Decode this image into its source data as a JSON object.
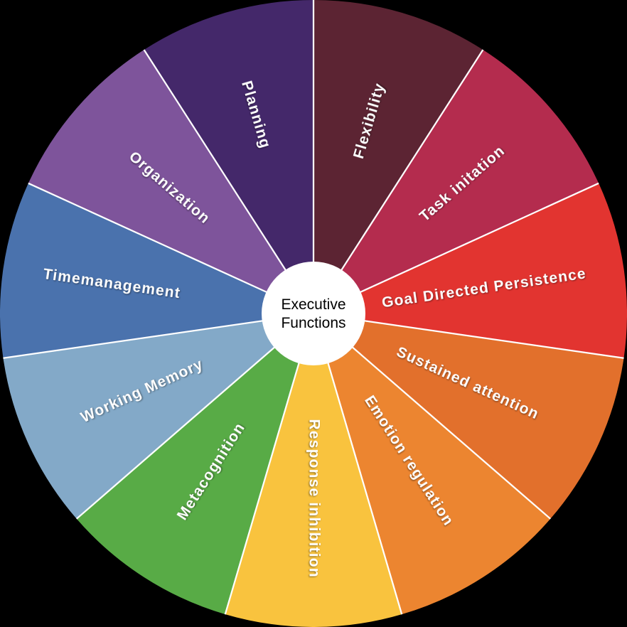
{
  "center": {
    "line1": "Executive",
    "line2": "Functions"
  },
  "colors_meta": {
    "background": "#000000",
    "center_circle": "#ffffff",
    "center_text": "#000000",
    "separator": "#ffffff",
    "label_text": "#ffffff"
  },
  "chart_data": {
    "type": "pie",
    "title": "Executive Functions",
    "categories": [
      "Flexibility",
      "Task initation",
      "Goal Directed Persistence",
      "Sustained attention",
      "Emotion regulation",
      "Response inhibition",
      "Metacognition",
      "Working Memory",
      "Timemanagement",
      "Organization",
      "Planning"
    ],
    "values": [
      1,
      1,
      1,
      1,
      1,
      1,
      1,
      1,
      1,
      1,
      1
    ],
    "colors": [
      "#5c2433",
      "#b42c4e",
      "#e23430",
      "#e2702c",
      "#ec8530",
      "#f9c33e",
      "#58ab46",
      "#83a9c8",
      "#4a72ad",
      "#7e549b",
      "#44286a"
    ],
    "start_angle_deg": 0,
    "direction": "clockwise",
    "legend": "none",
    "labels_position": "inside-radial",
    "center_label": "Executive Functions",
    "slice_count": 11
  }
}
